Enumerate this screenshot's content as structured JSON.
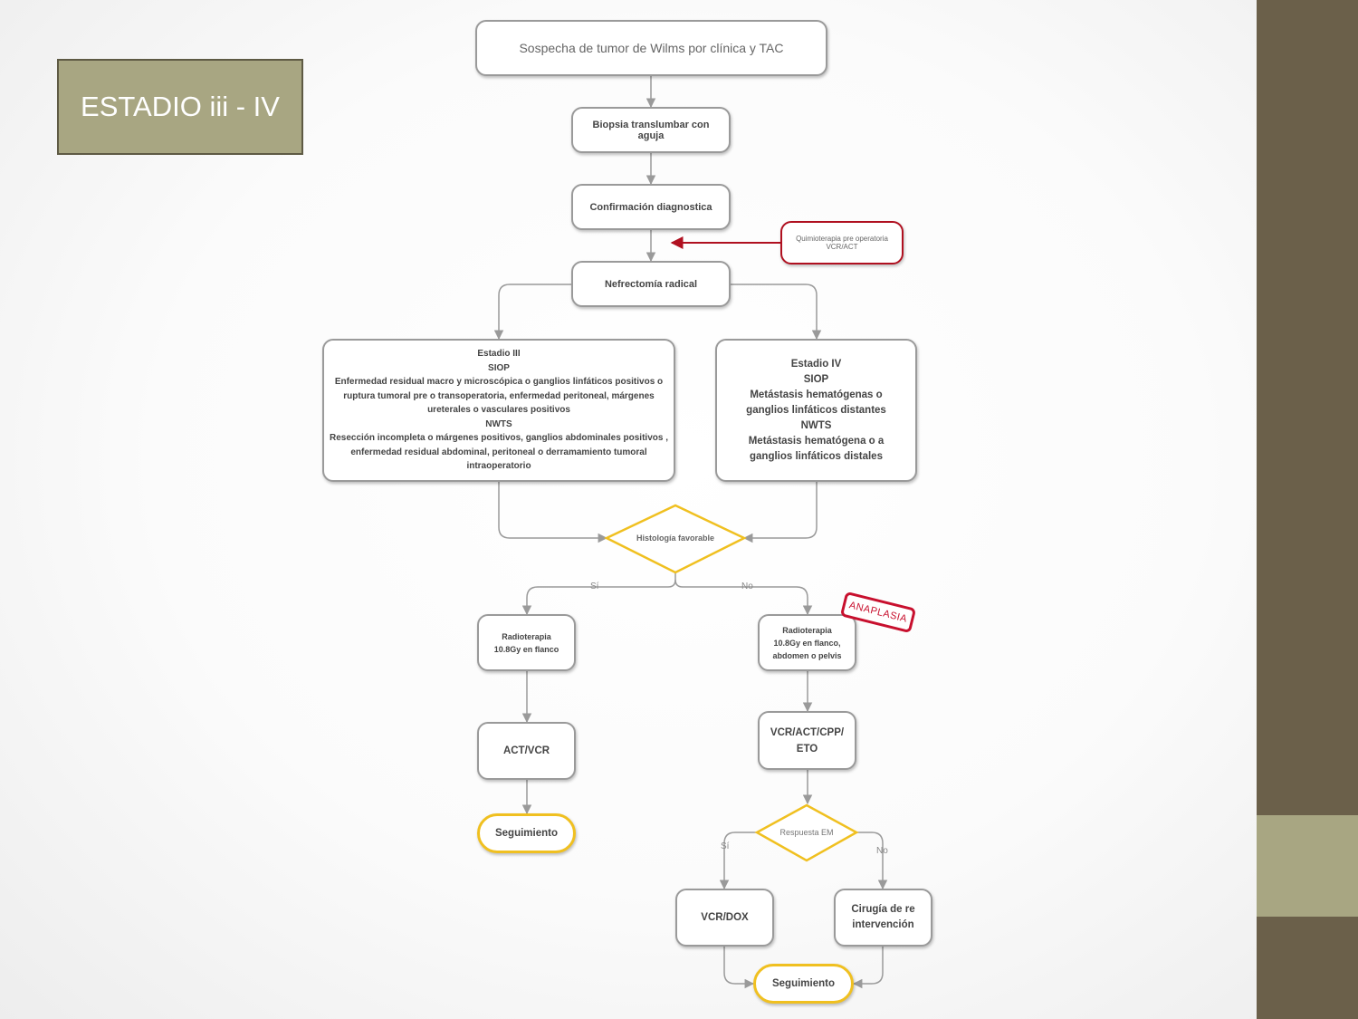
{
  "slide": {
    "title": "ESTADIO iii - IV",
    "colors": {
      "sidebar": "#6b604a",
      "accent": "#a8a682",
      "decision": "#f0c020",
      "alert": "#b01020"
    }
  },
  "flowchart": {
    "n1": "Sospecha de tumor de Wilms por clínica y TAC",
    "n2": "Biopsia translumbar con aguja",
    "n3": "Confirmación diagnostica",
    "n4": "Quimioterapia pre operatoria VCR/ACT",
    "n5": "Nefrectomía radical",
    "n6": "Estadio III\nSIOP\nEnfermedad residual macro y microscópica o ganglios linfáticos positivos o ruptura tumoral pre o transoperatoria, enfermedad peritoneal, márgenes ureterales o vasculares positivos\nNWTS\nResección incompleta o márgenes positivos, ganglios abdominales positivos , enfermedad residual abdominal, peritoneal o derramamiento tumoral intraoperatorio",
    "n7": "Estadio IV\nSIOP\nMetástasis hematógenas o ganglios linfáticos distantes\nNWTS\nMetástasis hematógena o a ganglios linfáticos distales",
    "d1": "Histología favorable",
    "e_si_1": "Sí",
    "e_no_1": "No",
    "n8": "Radioterapia\n10.8Gy en flanco",
    "n9": "Radioterapia\n10.8Gy en flanco, abdomen o pelvis",
    "stamp": "ANAPLASIA",
    "n10": "ACT/VCR",
    "n11": "VCR/ACT/CPP/\nETO",
    "n12": "Seguimiento",
    "d2": "Respuesta EM",
    "e_si_2": "Sí",
    "e_no_2": "No",
    "n13": "VCR/DOX",
    "n14": "Cirugía de re intervención",
    "n15": "Seguimiento"
  }
}
